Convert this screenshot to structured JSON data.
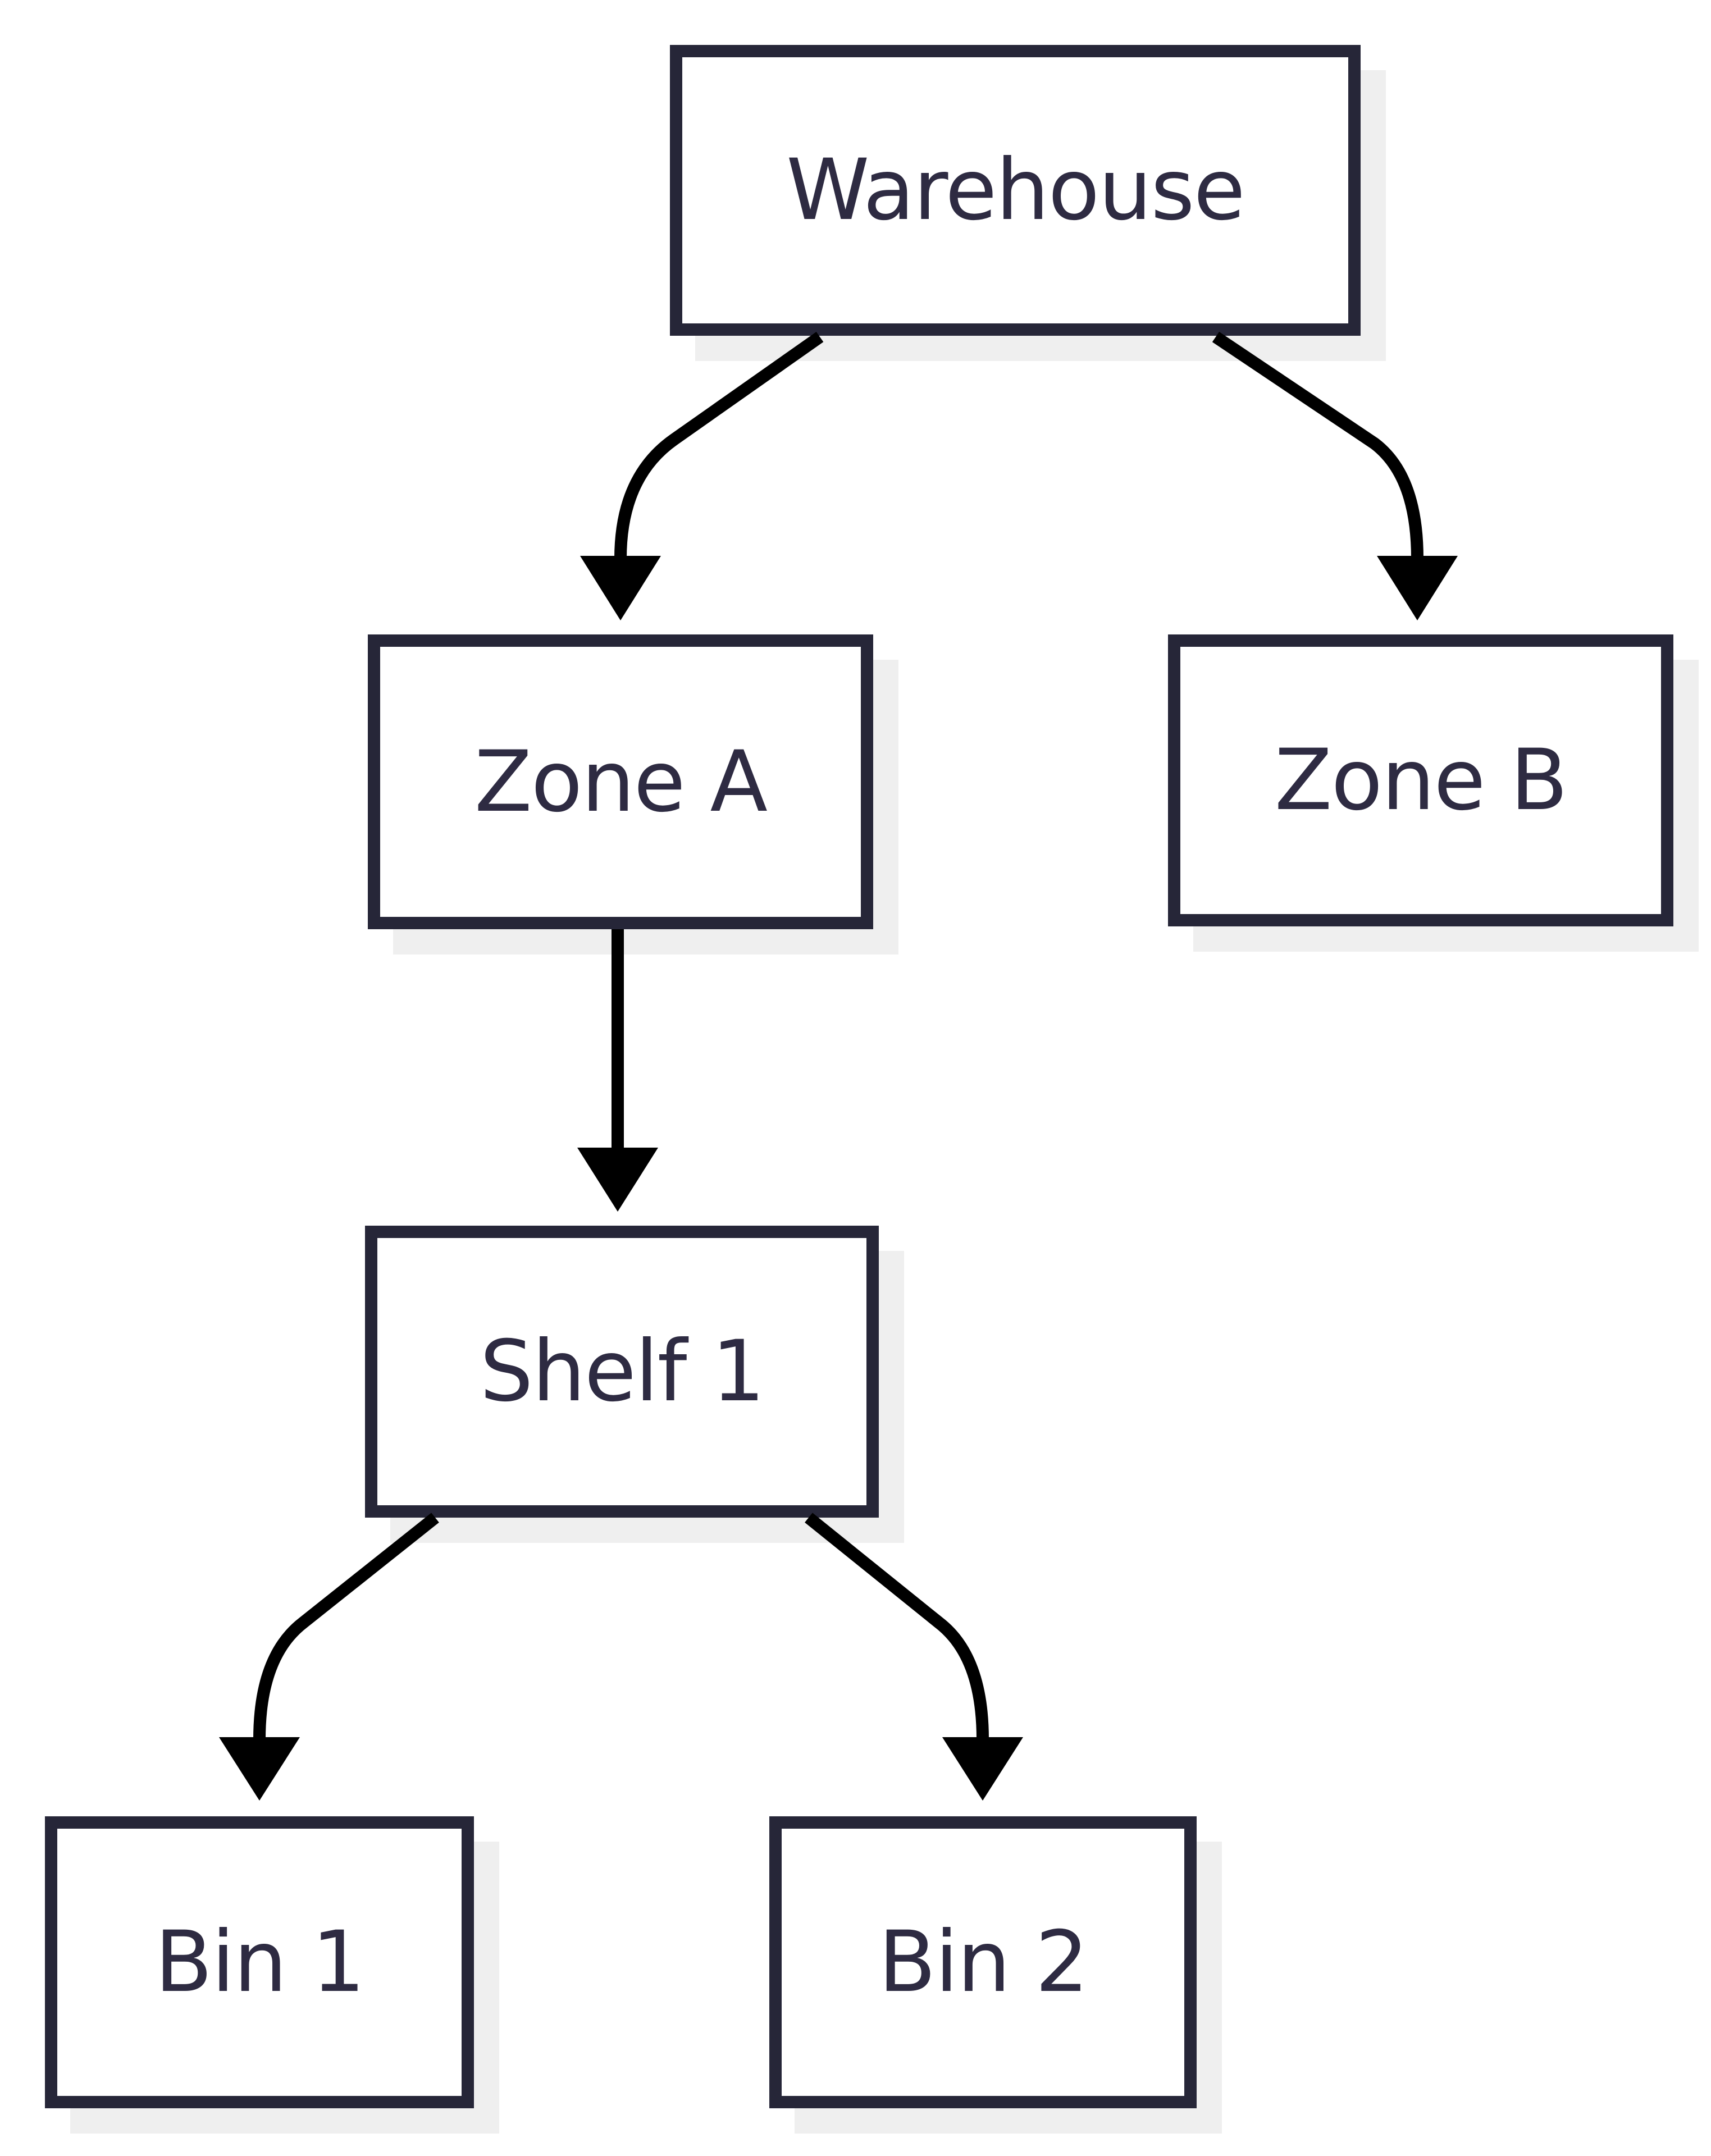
{
  "diagram": {
    "type": "tree",
    "colors": {
      "background": "#ffffff",
      "node_fill": "#ffffff",
      "node_border": "#262638",
      "node_text": "#2e2b42",
      "node_shadow": "#efefef",
      "edge": "#000000"
    },
    "nodes": {
      "warehouse": {
        "label": "Warehouse"
      },
      "zone_a": {
        "label": "Zone A"
      },
      "zone_b": {
        "label": "Zone B"
      },
      "shelf_1": {
        "label": "Shelf 1"
      },
      "bin_1": {
        "label": "Bin 1"
      },
      "bin_2": {
        "label": "Bin 2"
      }
    },
    "edges": [
      {
        "from": "warehouse",
        "to": "zone_a"
      },
      {
        "from": "warehouse",
        "to": "zone_b"
      },
      {
        "from": "zone_a",
        "to": "shelf_1"
      },
      {
        "from": "shelf_1",
        "to": "bin_1"
      },
      {
        "from": "shelf_1",
        "to": "bin_2"
      }
    ]
  }
}
